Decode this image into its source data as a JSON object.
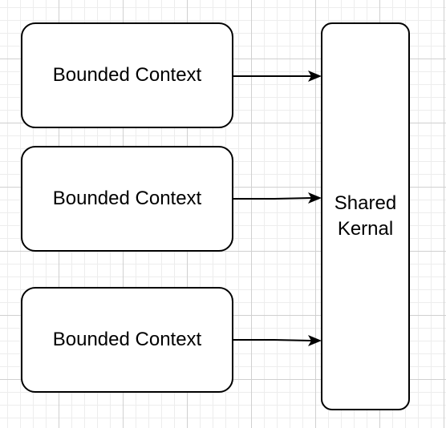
{
  "diagram": {
    "contexts": [
      {
        "label": "Bounded Context"
      },
      {
        "label": "Bounded Context"
      },
      {
        "label": "Bounded Context"
      }
    ],
    "kernel": {
      "label": "Shared Kernal"
    }
  }
}
